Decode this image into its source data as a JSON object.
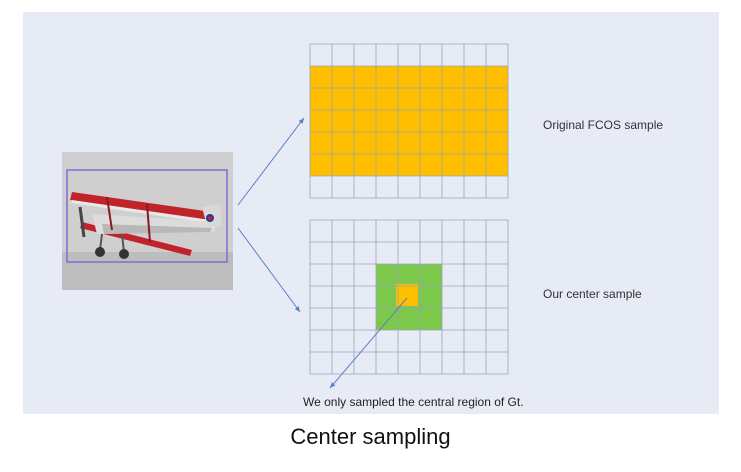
{
  "labels": {
    "original": "Original FCOS  sample",
    "center": "Our center sample",
    "note": "We only sampled the central region of Gt."
  },
  "caption": "Center sampling",
  "colors": {
    "background": "#e6ebf6",
    "fcos_fill": "#fdbf00",
    "center_fill": "#7cc84a",
    "grid_line": "#9aa3b5",
    "arrow": "#5b7fc7",
    "bbox": "#7f6fd6"
  },
  "grid": {
    "columns": 9,
    "rows": 7
  },
  "illustration": "biplane-photo-with-bounding-box"
}
